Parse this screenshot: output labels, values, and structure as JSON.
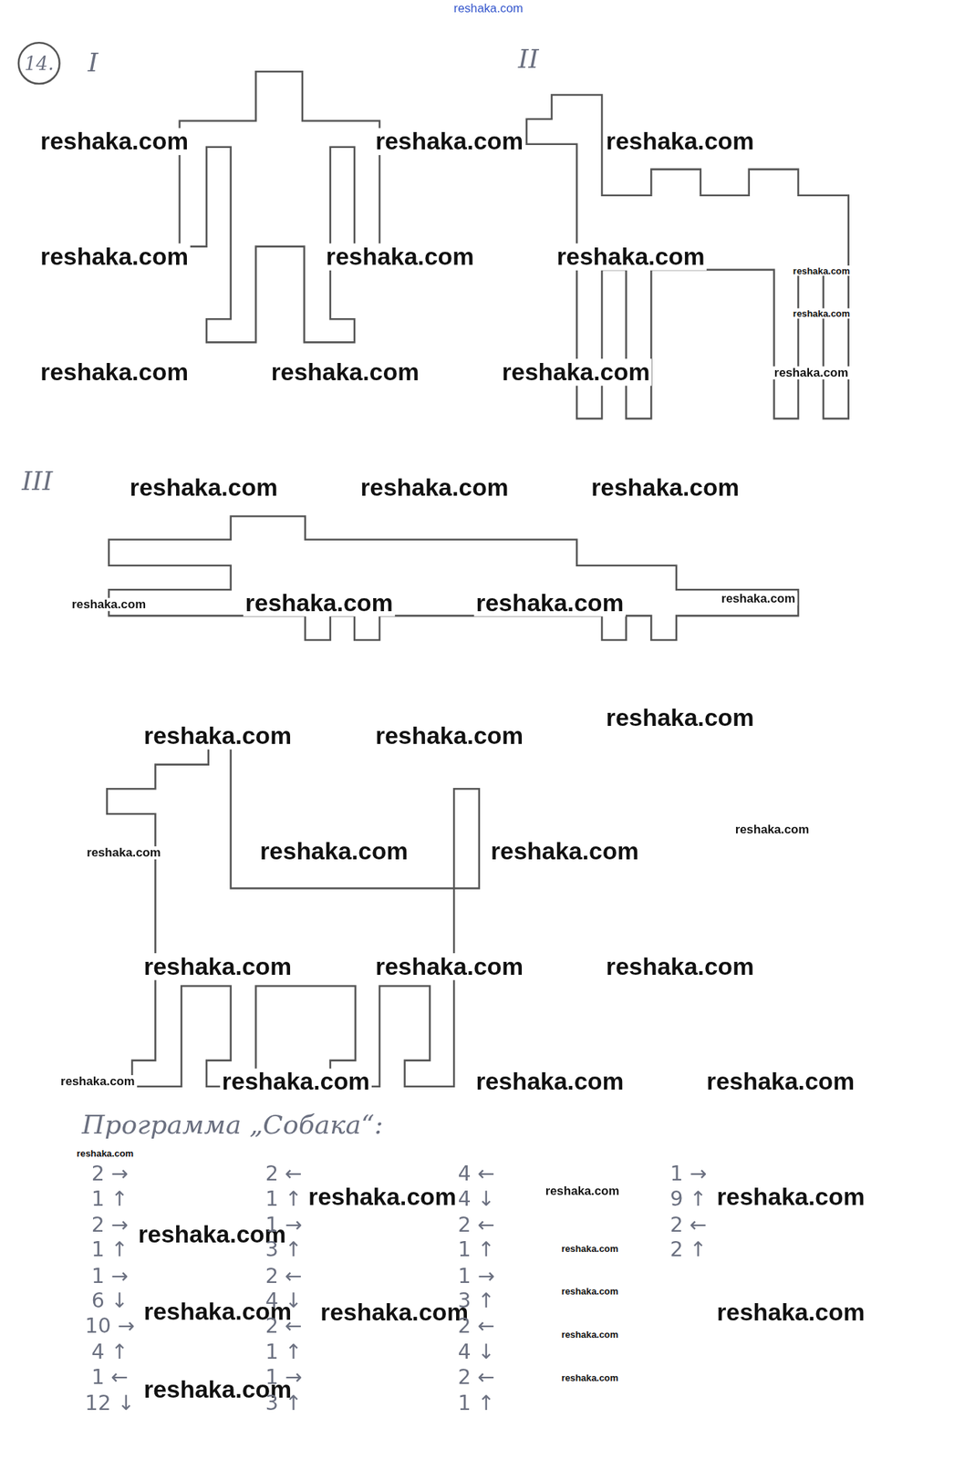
{
  "diagram": {
    "labels": [
      "reshaka.com",
      "14.",
      "I",
      "II",
      "III",
      "reshaka.com",
      "reshaka.com",
      "reshaka.com",
      "reshaka.com",
      "reshaka.com",
      "reshaka.com",
      "reshaka.com",
      "reshaka.com",
      "reshaka.com",
      "reshaka.com",
      "reshaka.com",
      "reshaka.com",
      "reshaka.com",
      "reshaka.com",
      "reshaka.com",
      "reshaka.com",
      "reshaka.com",
      "reshaka.com",
      "reshaka.com",
      "reshaka.com",
      "reshaka.com",
      "reshaka.com",
      "reshaka.com",
      "reshaka.com",
      "reshaka.com",
      "reshaka.com",
      "reshaka.com",
      "reshaka.com",
      "reshaka.com",
      "reshaka.com",
      "reshaka.com",
      "reshaka.com",
      "reshaka.com",
      "reshaka.com",
      "reshaka.com",
      "reshaka.com",
      "reshaka.com",
      "reshaka.com",
      "reshaka.com",
      "reshaka.com",
      "reshaka.com",
      "reshaka.com",
      "reshaka.com",
      "reshaka.com",
      "reshaka.com",
      "reshaka.com",
      "Программа „Собака“:",
      "2 →",
      "1 ↑",
      "2 →",
      "1 ↑",
      "1 →",
      "6 ↓",
      "10 →",
      "4 ↑",
      "1 ←",
      "12 ↓",
      "2 ←",
      "1 ↑",
      "1 →",
      "3 ↑",
      "2 ←",
      "4 ↓",
      "2 ←",
      "1 ↑",
      "1 →",
      "3 ↑",
      "4 ←",
      "4 ↓",
      "2 ←",
      "1 ↑",
      "1 →",
      "3 ↑",
      "2 ←",
      "4 ↓",
      "2 ←",
      "1 ↑",
      "1 →",
      "9 ↑",
      "2 ←",
      "2 ↑"
    ]
  }
}
